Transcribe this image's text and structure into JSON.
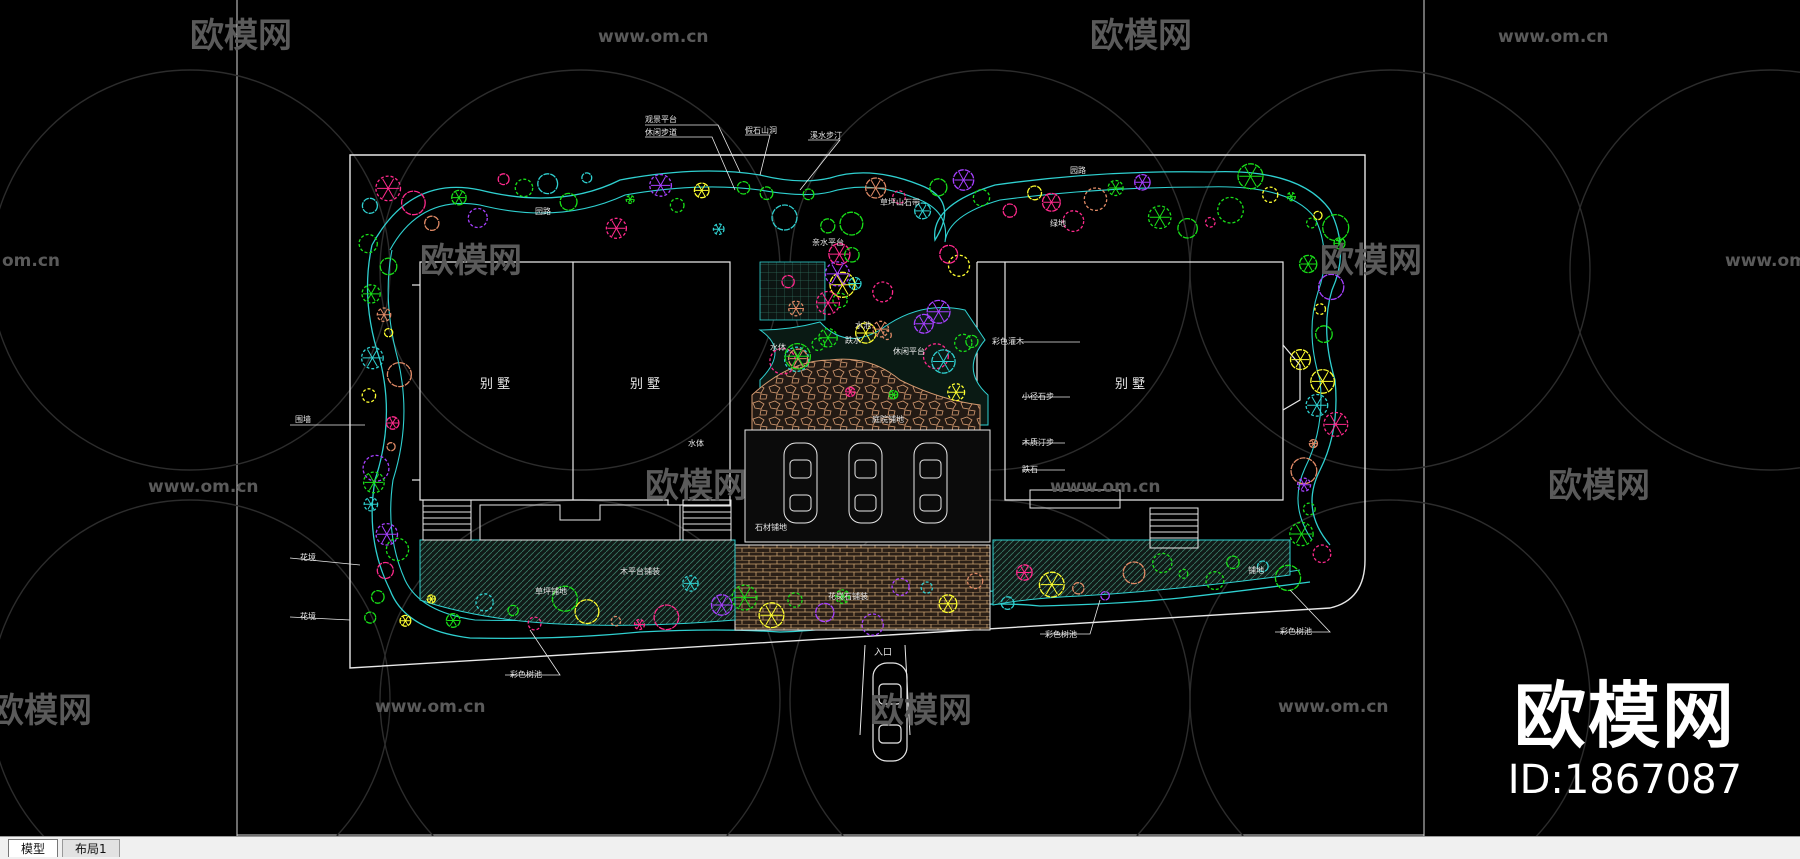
{
  "app": {
    "tabs": [
      {
        "label": "模型",
        "active": true
      },
      {
        "label": "布局1",
        "active": false
      }
    ]
  },
  "watermark": {
    "brand": "欧模网",
    "url": "www.om.cn",
    "url_short": "om.cn",
    "id_label": "ID:1867087"
  },
  "plan_labels": {
    "villa": "别 墅",
    "observation_deck": "观景平台",
    "leisure_trail": "休闲步道",
    "rockery": "假石山洞",
    "stream": "溪水步汀",
    "grass_rock": "草坪山石带",
    "garden_road": "园路",
    "green_area": "绿地",
    "fence": "围墙",
    "hydrophilic_platform": "亲水平台",
    "water": "水体",
    "pool": "水池",
    "waterfall": "跌水",
    "leisure_platform": "休闲平台",
    "patio_pave": "庭院铺地",
    "shrub_edge": "彩色灌木",
    "stone_step": "小径石步",
    "wood_step": "木质汀步",
    "drop_stone": "跌石",
    "paving": "石材铺地",
    "entrance": "入口",
    "lawn_pave": "草坪铺地",
    "deck": "木平台铺装",
    "court_pave": "花岗石铺装",
    "ramp": "铺地",
    "flower_border": "花境",
    "shrub_belt": "彩色树池"
  },
  "colors": {
    "background": "#000000",
    "cad_white": "#e8e8e8",
    "cad_green": "#19e019",
    "cad_cyan": "#2fd0d0",
    "cad_magenta": "#ff2a8c",
    "cad_purple": "#a640ff",
    "cad_yellow": "#ffff30",
    "cad_orange": "#e08a66",
    "cad_blue_line": "#4a78ff",
    "tab_bar": "#f0f0f0"
  }
}
